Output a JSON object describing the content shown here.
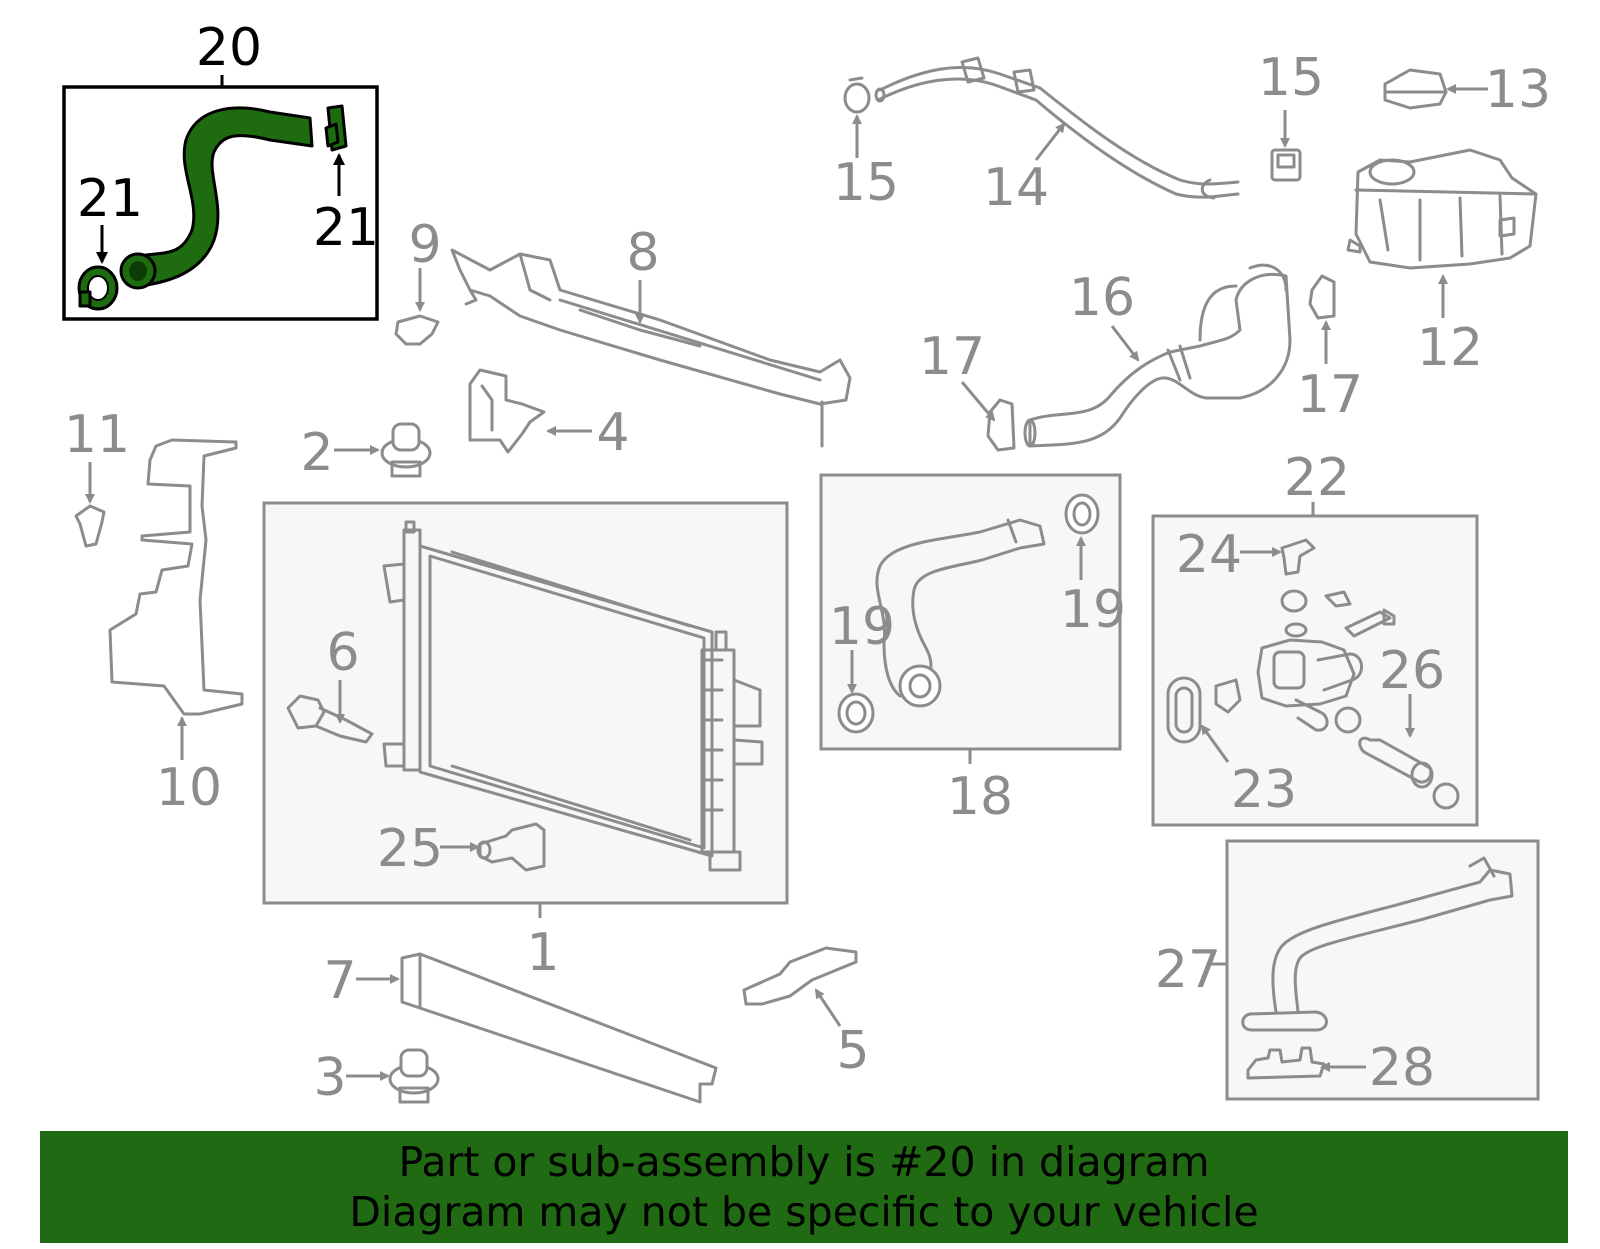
{
  "diagram": {
    "highlight_color": "#1e6b10",
    "line_color": "#8c8c8c",
    "callouts": [
      {
        "id": "c20",
        "label": "20",
        "highlighted": true
      },
      {
        "id": "c21a",
        "label": "21",
        "highlighted": true
      },
      {
        "id": "c21b",
        "label": "21",
        "highlighted": true
      },
      {
        "id": "c15a",
        "label": "15"
      },
      {
        "id": "c15b",
        "label": "15"
      },
      {
        "id": "c14",
        "label": "14"
      },
      {
        "id": "c13",
        "label": "13"
      },
      {
        "id": "c12",
        "label": "12"
      },
      {
        "id": "c9",
        "label": "9"
      },
      {
        "id": "c8",
        "label": "8"
      },
      {
        "id": "c16",
        "label": "16"
      },
      {
        "id": "c17a",
        "label": "17"
      },
      {
        "id": "c17b",
        "label": "17"
      },
      {
        "id": "c11",
        "label": "11"
      },
      {
        "id": "c2",
        "label": "2"
      },
      {
        "id": "c4",
        "label": "4"
      },
      {
        "id": "c10",
        "label": "10"
      },
      {
        "id": "c6",
        "label": "6"
      },
      {
        "id": "c25",
        "label": "25"
      },
      {
        "id": "c1",
        "label": "1"
      },
      {
        "id": "c19a",
        "label": "19"
      },
      {
        "id": "c19b",
        "label": "19"
      },
      {
        "id": "c18",
        "label": "18"
      },
      {
        "id": "c22",
        "label": "22"
      },
      {
        "id": "c24",
        "label": "24"
      },
      {
        "id": "c26",
        "label": "26"
      },
      {
        "id": "c23",
        "label": "23"
      },
      {
        "id": "c7",
        "label": "7"
      },
      {
        "id": "c3",
        "label": "3"
      },
      {
        "id": "c5",
        "label": "5"
      },
      {
        "id": "c27",
        "label": "27"
      },
      {
        "id": "c28",
        "label": "28"
      }
    ]
  },
  "banner": {
    "line1": "Part or sub-assembly is #20 in diagram",
    "line2": "Diagram may not be specific to your vehicle",
    "background": "#1f6a12"
  }
}
